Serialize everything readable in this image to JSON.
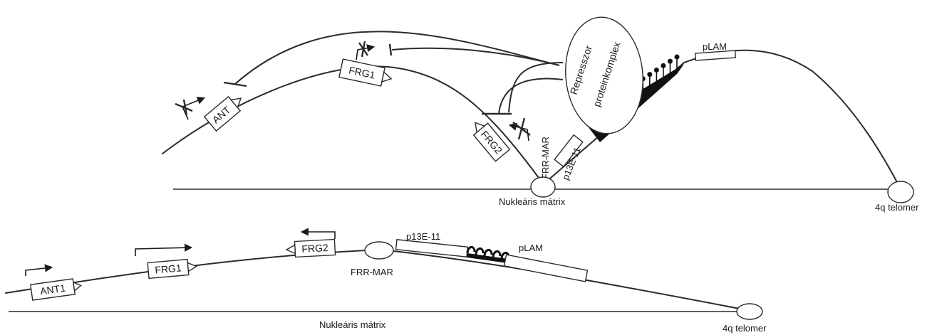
{
  "top": {
    "genes": {
      "ant": "ANT",
      "frg1": "FRG1",
      "frg2": "FRG2",
      "p13e11": "p13E-11",
      "plam": "pLAM"
    },
    "frr_mar": "FRR-MAR",
    "repressor": [
      "Represszor",
      "proteinkomplex"
    ],
    "matrix_label": "Nukleáris mátrix",
    "telomere_label": "4q telomer"
  },
  "bottom": {
    "genes": {
      "ant1": "ANT1",
      "frg1": "FRG1",
      "frg2": "FRG2",
      "p13e11": "p13E-11",
      "plam": "pLAM"
    },
    "frr_mar": "FRR-MAR",
    "matrix_label": "Nukleáris mátrix",
    "telomere_label": "4q telomer"
  },
  "colors": {
    "line": "#2b2b2b",
    "fill": "#ffffff",
    "repressor_fill": "#111111"
  }
}
